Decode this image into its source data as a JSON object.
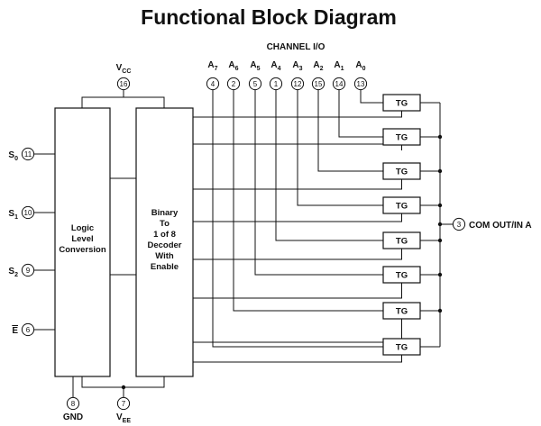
{
  "title": "Functional Block Diagram",
  "channel_label": "CHANNEL I/O",
  "channels": [
    {
      "name": "A",
      "sub": "7",
      "pin": "4"
    },
    {
      "name": "A",
      "sub": "6",
      "pin": "2"
    },
    {
      "name": "A",
      "sub": "5",
      "pin": "5"
    },
    {
      "name": "A",
      "sub": "4",
      "pin": "1"
    },
    {
      "name": "A",
      "sub": "3",
      "pin": "12"
    },
    {
      "name": "A",
      "sub": "2",
      "pin": "15"
    },
    {
      "name": "A",
      "sub": "1",
      "pin": "14"
    },
    {
      "name": "A",
      "sub": "0",
      "pin": "13"
    }
  ],
  "vcc": {
    "name": "V",
    "sub": "CC",
    "pin": "16"
  },
  "vee": {
    "name": "V",
    "sub": "EE",
    "pin": "7"
  },
  "gnd": {
    "name": "GND",
    "pin": "8"
  },
  "inputs": [
    {
      "name": "S",
      "sub": "0",
      "overline": false,
      "pin": "11"
    },
    {
      "name": "S",
      "sub": "1",
      "overline": false,
      "pin": "10"
    },
    {
      "name": "S",
      "sub": "2",
      "overline": false,
      "pin": "9"
    },
    {
      "name": "E",
      "sub": "",
      "overline": true,
      "pin": "6"
    }
  ],
  "logic_block": {
    "lines": [
      "Logic",
      "Level",
      "Conversion"
    ]
  },
  "decoder_block": {
    "lines": [
      "Binary",
      "To",
      "1 of 8",
      "Decoder",
      "With",
      "Enable"
    ]
  },
  "gate_label": "TG",
  "output": {
    "pin": "3",
    "label": "COM OUT/IN A"
  }
}
